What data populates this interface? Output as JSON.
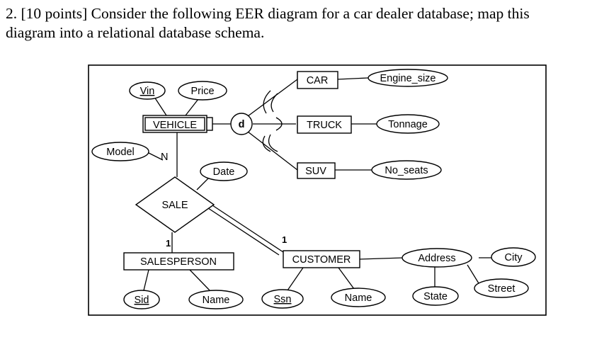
{
  "question": {
    "line1": "2. [10 points] Consider the following EER diagram for a car dealer database; map this",
    "line2": "diagram into a relational database schema."
  },
  "diagram": {
    "entities": {
      "vehicle": "VEHICLE",
      "car": "CAR",
      "truck": "TRUCK",
      "suv": "SUV",
      "salesperson": "SALESPERSON",
      "customer": "CUSTOMER"
    },
    "relationship": {
      "sale": "SALE"
    },
    "specialization": {
      "disjoint": "d"
    },
    "attributes": {
      "vin": "Vin",
      "price": "Price",
      "model": "Model",
      "date": "Date",
      "engine_size": "Engine_size",
      "tonnage": "Tonnage",
      "no_seats": "No_seats",
      "sid": "Sid",
      "salesperson_name": "Name",
      "ssn": "Ssn",
      "customer_name": "Name",
      "address": "Address",
      "city": "City",
      "street": "Street",
      "state": "State"
    },
    "cardinality": {
      "vehicle_sale": "N",
      "salesperson_sale": "1",
      "customer_sale": "1"
    }
  }
}
